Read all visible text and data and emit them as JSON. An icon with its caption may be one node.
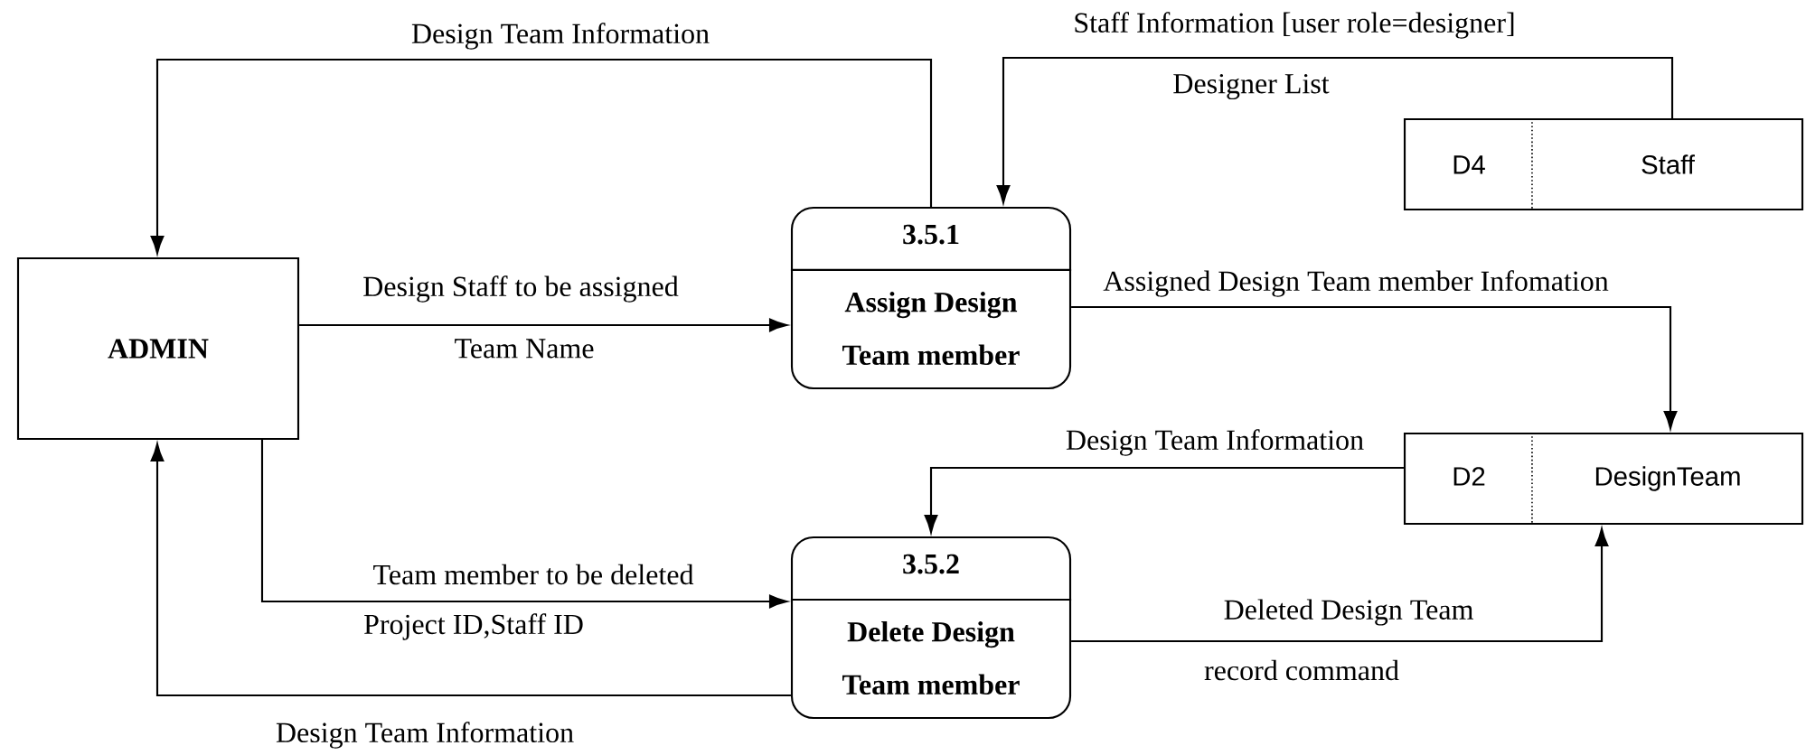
{
  "diagram": {
    "nodes": [
      {
        "text": [
          "ADMIN"
        ]
      },
      {
        "text": [
          "3.5.1",
          "Assign Design Team member"
        ]
      },
      {
        "text": [
          "D4",
          "Staff"
        ]
      },
      {
        "text": [
          "D2",
          "DesignTeam"
        ]
      },
      {
        "text": [
          "3.5.2",
          "Delete Design Team member"
        ]
      }
    ],
    "edges": [
      {
        "from": 1,
        "to": 0,
        "arrow": "to",
        "label": "Design  Team Information"
      },
      {
        "from": 2,
        "to": 1,
        "arrow": "to",
        "label": "Staff Information [user role=designer]"
      },
      {
        "from": 0,
        "to": 1,
        "arrow": "to",
        "label": "Design Staff to be assigned"
      },
      {
        "from": 1,
        "to": 3,
        "arrow": "to",
        "label": "Assigned  Design Team member Infomation"
      },
      {
        "from": 3,
        "to": 4,
        "arrow": "to",
        "label": "Design Team Information"
      },
      {
        "from": 0,
        "to": 4,
        "arrow": "to",
        "label": "Team member to be deleted"
      },
      {
        "from": 4,
        "to": 0,
        "arrow": "to",
        "label": "Design  Team Information"
      },
      {
        "from": 4,
        "to": 3,
        "arrow": "to",
        "label": "Deleted Design Team"
      }
    ],
    "labels": [
      "Designer List",
      "Team Name",
      "Project ID,Staff ID",
      "record command"
    ]
  }
}
